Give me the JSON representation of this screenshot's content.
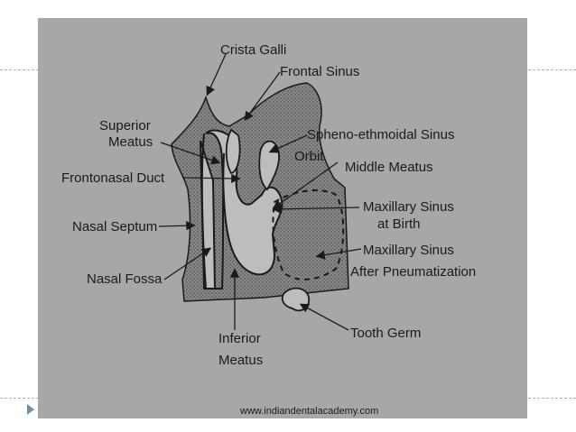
{
  "labels": {
    "crista_galli": "Crista Galli",
    "frontal_sinus": "Frontal Sinus",
    "superior_meatus_1": "Superior",
    "superior_meatus_2": "Meatus",
    "spheno_ethmoidal_sinus": "Spheno-ethmoidal Sinus",
    "orbit": "Orbit",
    "middle_meatus": "Middle Meatus",
    "frontonasal_duct": "Frontonasal Duct",
    "maxillary_sinus_birth_1": "Maxillary Sinus",
    "maxillary_sinus_birth_2": "at Birth",
    "nasal_septum": "Nasal Septum",
    "maxillary_sinus_after_1": "Maxillary Sinus",
    "maxillary_sinus_after_2": "After Pneumatization",
    "nasal_fossa": "Nasal Fossa",
    "tooth_germ": "Tooth Germ",
    "inferior_meatus_1": "Inferior",
    "inferior_meatus_2": "Meatus"
  },
  "footer": {
    "url": "www.indiandentalacademy.com"
  },
  "colors": {
    "photo_background": "#a7a7a7",
    "bone_fill": "#7f7f7f",
    "cavity_fill": "#bdbdbd",
    "ink": "#1a1a1a",
    "bullet": "#6f8ea8"
  }
}
